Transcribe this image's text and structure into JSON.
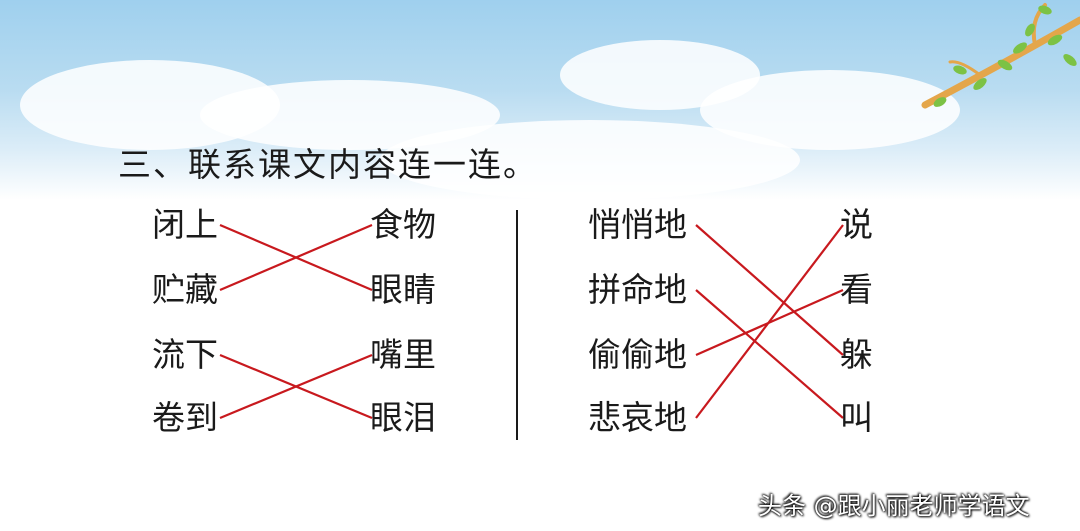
{
  "heading": "三、联系课文内容连一连。",
  "left_group": {
    "left": [
      "闭上",
      "贮藏",
      "流下",
      "卷到"
    ],
    "right": [
      "食物",
      "眼睛",
      "嘴里",
      "眼泪"
    ],
    "connections": [
      [
        0,
        1
      ],
      [
        1,
        0
      ],
      [
        2,
        3
      ],
      [
        3,
        2
      ]
    ]
  },
  "right_group": {
    "left": [
      "悄悄地",
      "拼命地",
      "偷偷地",
      "悲哀地"
    ],
    "right": [
      "说",
      "看",
      "躲",
      "叫"
    ],
    "connections": [
      [
        0,
        2
      ],
      [
        1,
        3
      ],
      [
        2,
        1
      ],
      [
        3,
        0
      ]
    ]
  },
  "line_color": "#c8191e",
  "watermark": "头条 @跟小丽老师学语文"
}
